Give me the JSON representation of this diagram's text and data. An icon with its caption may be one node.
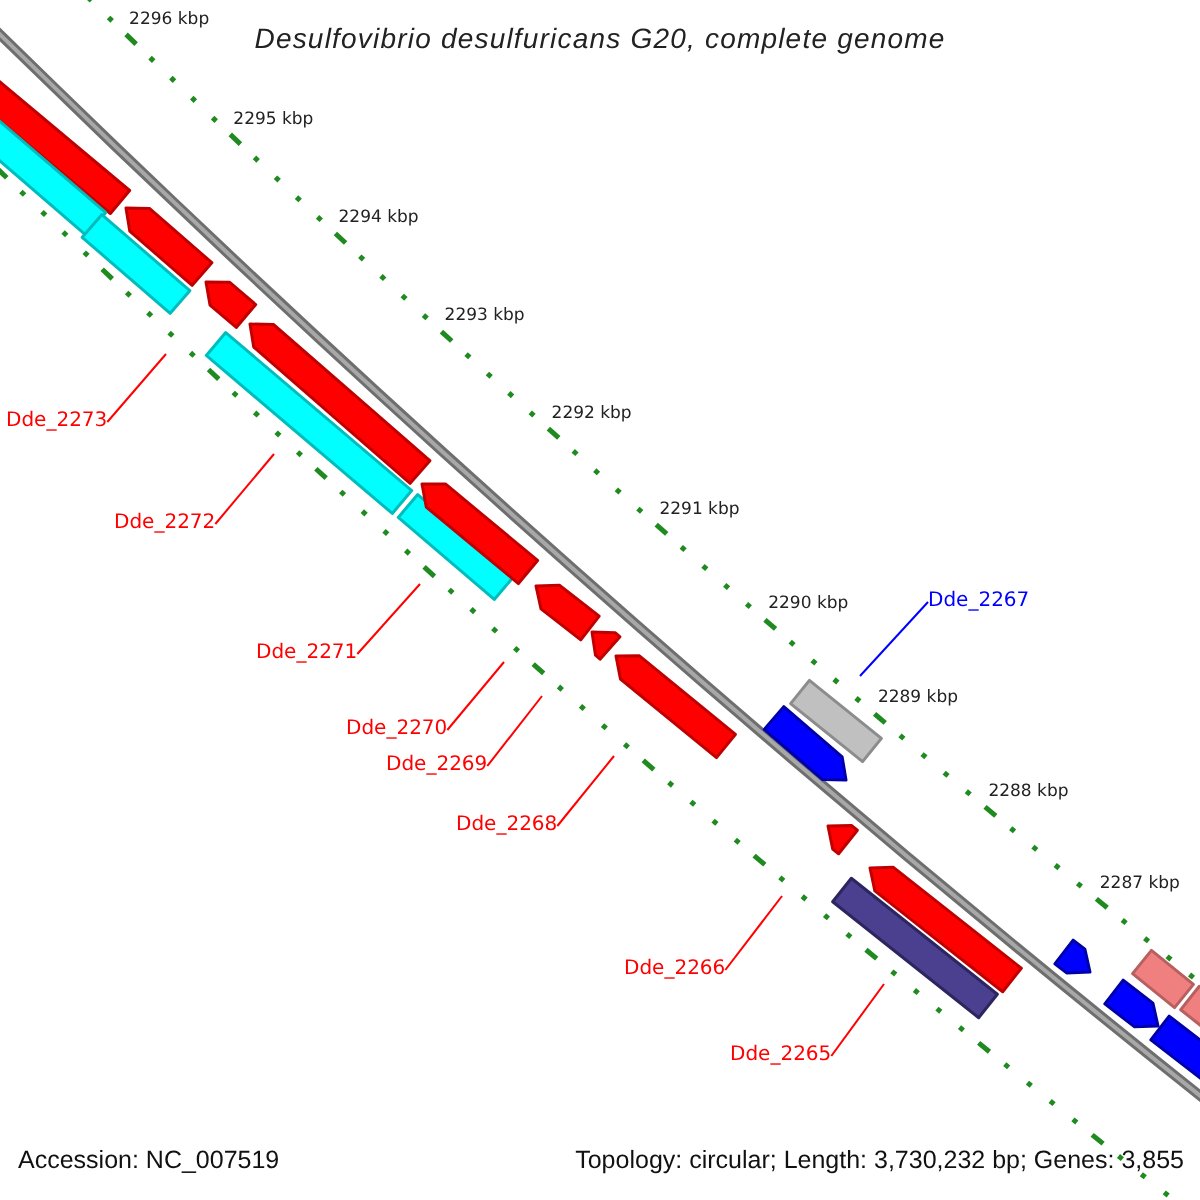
{
  "diagram": {
    "title": "Desulfovibrio desulfuricans G20, complete genome",
    "nodes": [
      {
        "text": [],
        "shape": "arrow"
      },
      {
        "text": [],
        "shape": "bar"
      },
      {
        "text": [],
        "shape": "bar"
      },
      {
        "text": [],
        "shape": "arrow"
      },
      {
        "text": [],
        "shape": "arrow"
      },
      {
        "text": [],
        "shape": "bar"
      },
      {
        "text": [],
        "shape": "arrow"
      },
      {
        "text": [],
        "shape": "bar"
      },
      {
        "text": [],
        "shape": "arrow"
      },
      {
        "text": [],
        "shape": "arrow"
      },
      {
        "text": [],
        "shape": "arrow"
      },
      {
        "text": [],
        "shape": "arrow"
      },
      {
        "text": [],
        "shape": "bar"
      },
      {
        "text": [],
        "shape": "arrow"
      },
      {
        "text": [],
        "shape": "arrow"
      },
      {
        "text": [],
        "shape": "arrow"
      },
      {
        "text": [],
        "shape": "bar"
      },
      {
        "text": [],
        "shape": "arrow"
      },
      {
        "text": [],
        "shape": "bar"
      },
      {
        "text": [],
        "shape": "arrow"
      },
      {
        "text": [],
        "shape": "arrow"
      },
      {
        "text": [],
        "shape": "bar"
      },
      {
        "text": [
          "Dde_2273"
        ]
      },
      {
        "text": [
          "Dde_2272"
        ]
      },
      {
        "text": [
          "Dde_2271"
        ]
      },
      {
        "text": [
          "Dde_2270"
        ]
      },
      {
        "text": [
          "Dde_2269"
        ]
      },
      {
        "text": [
          "Dde_2268"
        ]
      },
      {
        "text": [
          "Dde_2267"
        ]
      },
      {
        "text": [
          "Dde_2266"
        ]
      },
      {
        "text": [
          "Dde_2265"
        ]
      }
    ],
    "edges": [
      {
        "from": 22,
        "to": null,
        "arrow": "none"
      },
      {
        "from": 23,
        "to": null,
        "arrow": "none"
      },
      {
        "from": 24,
        "to": null,
        "arrow": "none"
      },
      {
        "from": 25,
        "to": null,
        "arrow": "none"
      },
      {
        "from": 26,
        "to": null,
        "arrow": "none"
      },
      {
        "from": 27,
        "to": null,
        "arrow": "none"
      },
      {
        "from": 28,
        "to": null,
        "arrow": "none",
        "color": "#0000ff"
      },
      {
        "from": 29,
        "to": null,
        "arrow": "none"
      },
      {
        "from": 30,
        "to": null,
        "arrow": "none"
      }
    ],
    "labels": [
      "2296 kbp",
      "2295 kbp",
      "2294 kbp",
      "2293 kbp",
      "2292 kbp",
      "2291 kbp",
      "2290 kbp",
      "2289 kbp",
      "2288 kbp",
      "2287 kbp",
      "Accession: NC_007519",
      "Topology: circular; Length: 3,730,232 bp; Genes: 3,855"
    ]
  }
}
